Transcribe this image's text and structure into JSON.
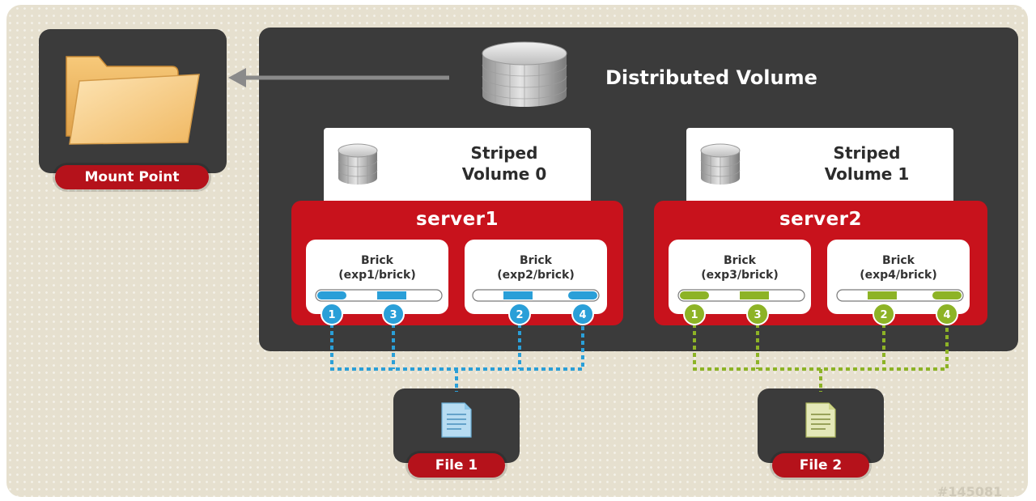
{
  "distributed_volume": {
    "title": "Distributed Volume"
  },
  "mount_point": {
    "label": "Mount Point"
  },
  "striped_volumes": [
    {
      "line1": "Striped",
      "line2": "Volume 0"
    },
    {
      "line1": "Striped",
      "line2": "Volume 1"
    }
  ],
  "servers": [
    {
      "name": "server1",
      "bricks": [
        {
          "title": "Brick",
          "path": "(exp1/brick)",
          "stripes": [
            "1",
            "3"
          ]
        },
        {
          "title": "Brick",
          "path": "(exp2/brick)",
          "stripes": [
            "2",
            "4"
          ]
        }
      ]
    },
    {
      "name": "server2",
      "bricks": [
        {
          "title": "Brick",
          "path": "(exp3/brick)",
          "stripes": [
            "1",
            "3"
          ]
        },
        {
          "title": "Brick",
          "path": "(exp4/brick)",
          "stripes": [
            "2",
            "4"
          ]
        }
      ]
    }
  ],
  "files": [
    {
      "label": "File 1",
      "color": "#2a9fd8"
    },
    {
      "label": "File 2",
      "color": "#8db326"
    }
  ],
  "watermark": "#145081",
  "colors": {
    "background": "#e6e0cf",
    "panel": "#3b3b3b",
    "red": "#c8121c",
    "file1_accent": "#2a9fd8",
    "file2_accent": "#8db326"
  },
  "icons": {
    "mount_point": "folder-icon",
    "volume": "database-cylinder-icon",
    "file": "document-icon"
  }
}
